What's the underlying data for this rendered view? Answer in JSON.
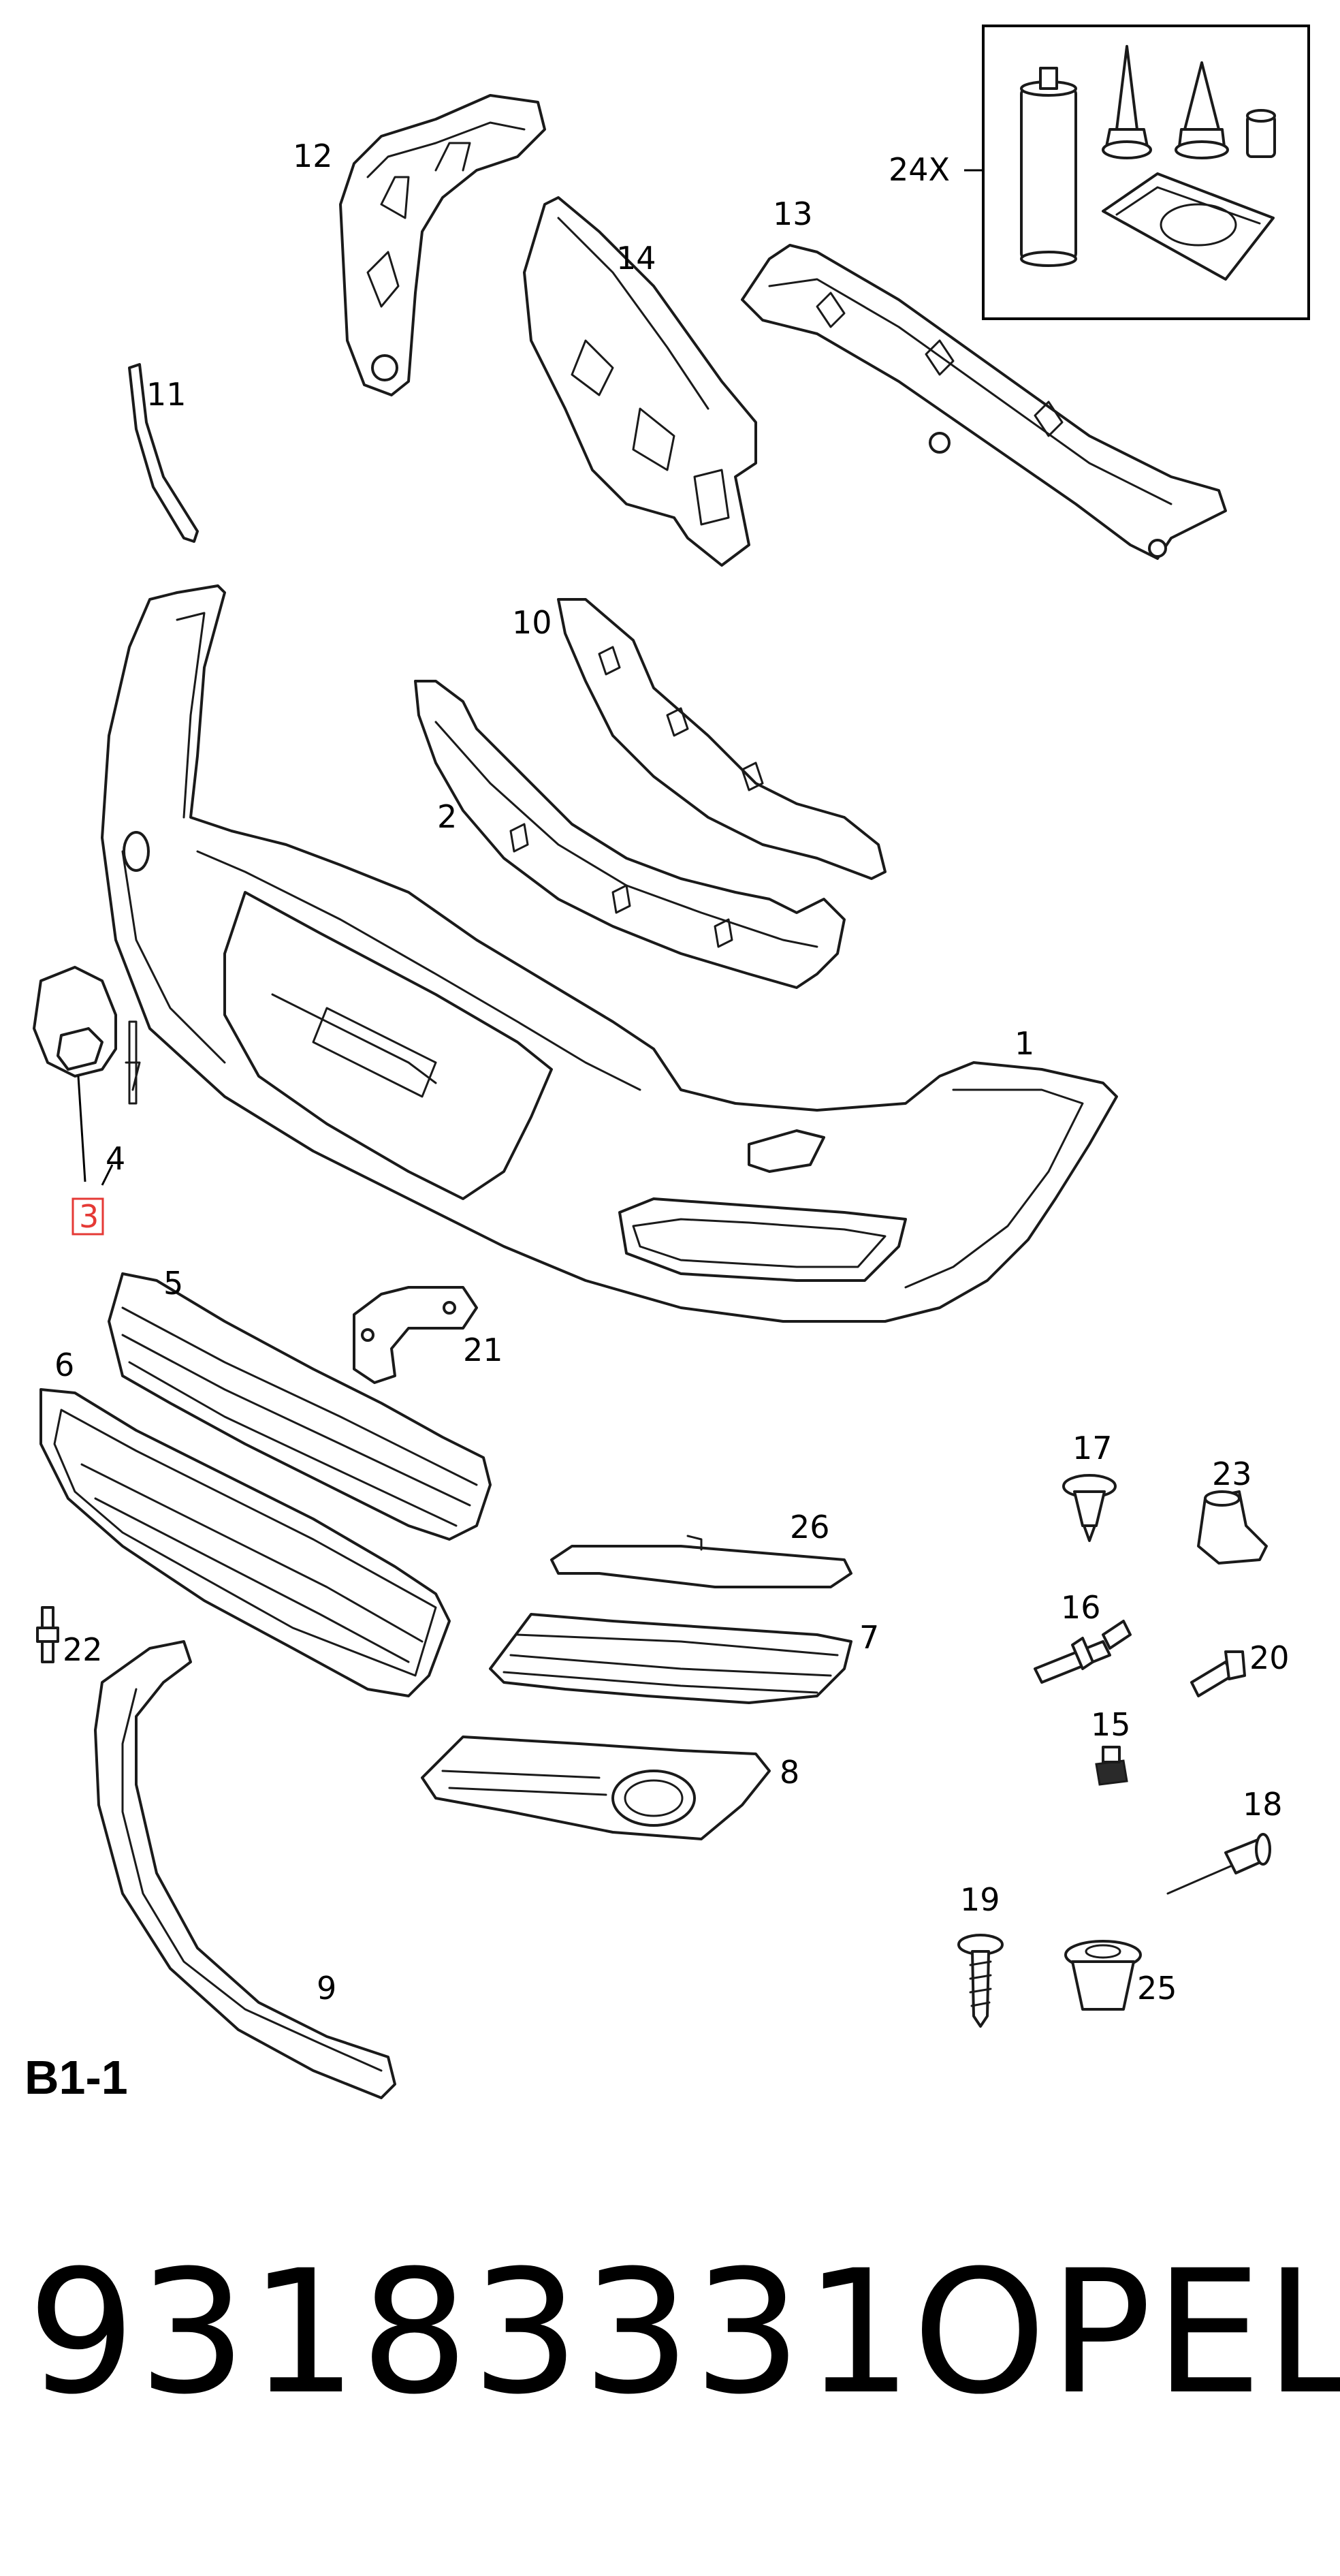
{
  "diagram": {
    "figure_code": "B1-1",
    "highlighted_callout": "3",
    "highlight_color": "#e53935",
    "callouts": {
      "c1": "1",
      "c2": "2",
      "c3": "3",
      "c4": "4",
      "c5": "5",
      "c6": "6",
      "c7": "7",
      "c8": "8",
      "c9": "9",
      "c10": "10",
      "c11": "11",
      "c12": "12",
      "c13": "13",
      "c14": "14",
      "c15": "15",
      "c16": "16",
      "c17": "17",
      "c18": "18",
      "c19": "19",
      "c20": "20",
      "c21": "21",
      "c22": "22",
      "c23": "23",
      "c24": "24X",
      "c25": "25",
      "c26": "26"
    }
  },
  "footer": {
    "part_number": "93183331",
    "brand": "OPEL"
  }
}
